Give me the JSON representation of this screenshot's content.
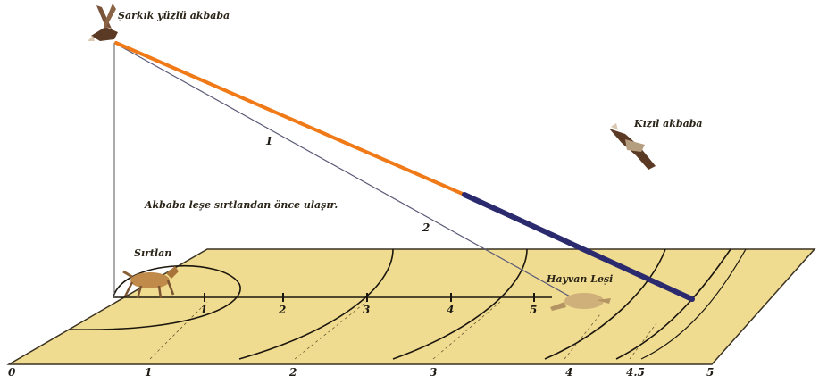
{
  "labels": {
    "bird_top": "Şarkık yüzlü akbaba",
    "bird_right": "Kızıl akbaba",
    "jackal": "Sırtlan",
    "carcass": "Hayvan Leşi",
    "caption": "Akbaba leşe sırtlandan önce ulaşır."
  },
  "line_markers": [
    "1",
    "2"
  ],
  "ground_scale": [
    "0",
    "1",
    "2",
    "3",
    "4",
    "4.5",
    "5"
  ],
  "track_markers": [
    "1",
    "2",
    "3",
    "4",
    "5"
  ],
  "colors": {
    "ground_fill": "#f0dc90",
    "ground_stroke": "#3a3222",
    "orange_path": "#f07a18",
    "dark_path": "#2b2a6e",
    "guide_line": "#5a5a78",
    "bird_body": "#5a3a24",
    "jackal_body": "#c08a4a",
    "carcass_body": "#cfb07a"
  }
}
